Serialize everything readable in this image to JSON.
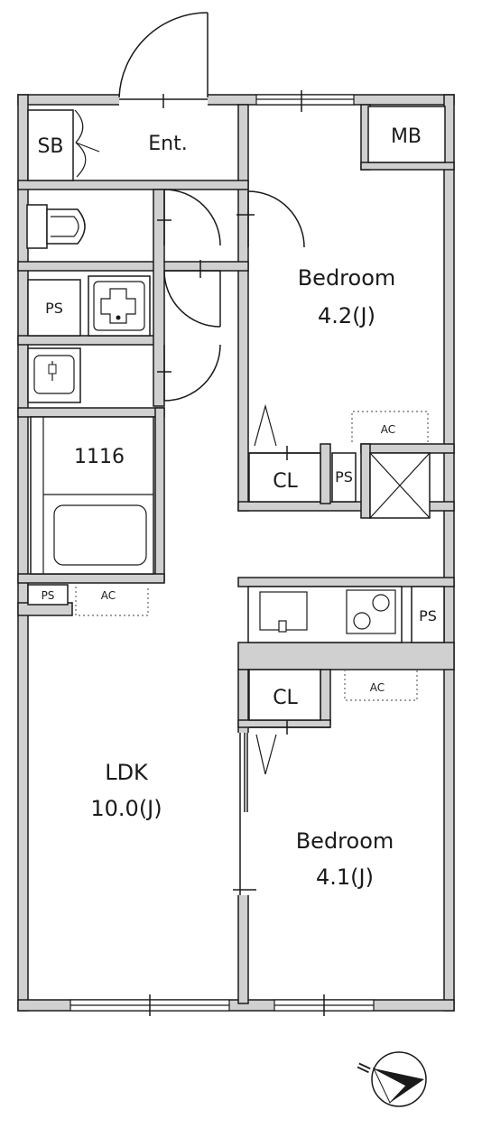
{
  "rooms": {
    "entrance": "Ent.",
    "shoe_box": "SB",
    "meter_box": "MB",
    "bedroom_1_name": "Bedroom",
    "bedroom_1_size": "4.2(J)",
    "bedroom_2_name": "Bedroom",
    "bedroom_2_size": "4.1(J)",
    "ldk_name": "LDK",
    "ldk_size": "10.0(J)",
    "bath_unit": "1116",
    "closet_1": "CL",
    "closet_2": "CL",
    "ps_washroom": "PS",
    "ps_bedroom": "PS",
    "ps_bath": "PS",
    "ps_kitchen": "PS",
    "ac_bedroom_1": "AC",
    "ac_ldk": "AC",
    "ac_bedroom_2": "AC"
  },
  "compass": {
    "north_mark": "="
  }
}
